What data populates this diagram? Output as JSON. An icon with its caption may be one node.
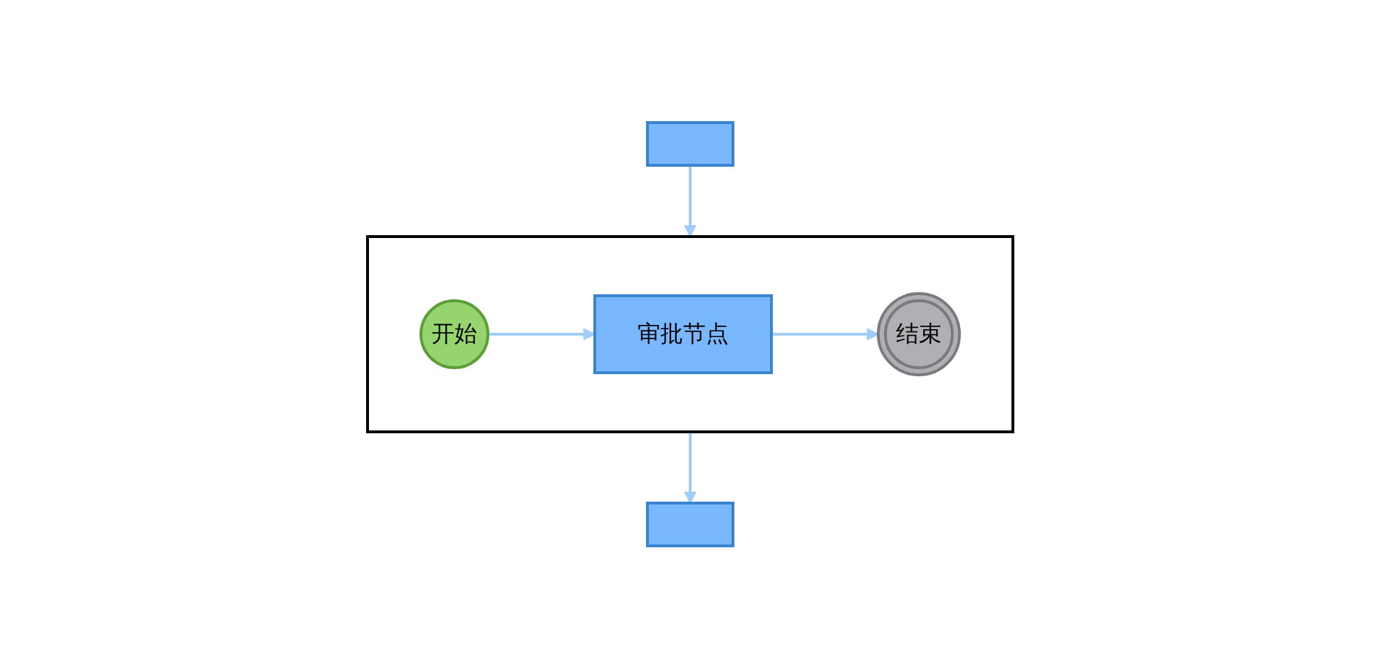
{
  "diagram": {
    "nodes": [
      {
        "text": [],
        "shape": "box"
      },
      {
        "text": [],
        "shape": "box"
      },
      {
        "text": [
          "开始"
        ],
        "in": 1
      },
      {
        "text": [
          "审批节点"
        ],
        "in": 1
      },
      {
        "text": [
          "结束"
        ],
        "in": 1
      },
      {
        "text": [],
        "shape": "box"
      }
    ],
    "edges": [
      {
        "from": 0,
        "to": 1,
        "arrow": "to"
      },
      {
        "from": 2,
        "to": 3,
        "arrow": "to"
      },
      {
        "from": 3,
        "to": 4,
        "arrow": "to"
      },
      {
        "from": 1,
        "to": 5,
        "arrow": "to"
      }
    ]
  }
}
